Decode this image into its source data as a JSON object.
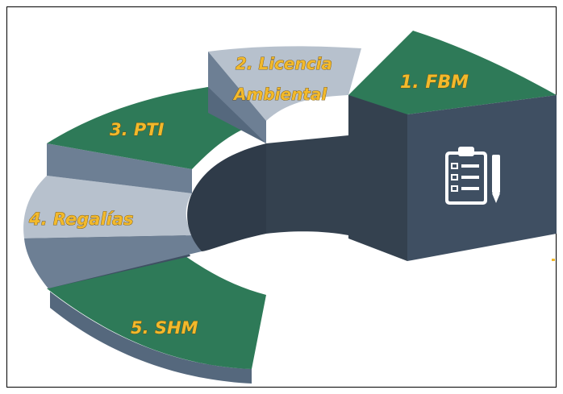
{
  "diagram": {
    "segments": [
      {
        "id": "fbm",
        "label": "1. FBM",
        "icon": "clipboard-checklist-icon"
      },
      {
        "id": "licencia",
        "label_line1": "2. Licencia",
        "label_line2": "Ambiental"
      },
      {
        "id": "pti",
        "label": "3. PTI"
      },
      {
        "id": "regalias",
        "label": "4. Regalías"
      },
      {
        "id": "shm",
        "label": "5. SHM"
      }
    ],
    "colors": {
      "green_top": "#2e7a58",
      "light_top": "#b7c1cd",
      "side_light": "#6d7f94",
      "side_dark": "#3f4f62",
      "inner_dark": "#2f3b49",
      "label": "#f2b92c"
    }
  }
}
